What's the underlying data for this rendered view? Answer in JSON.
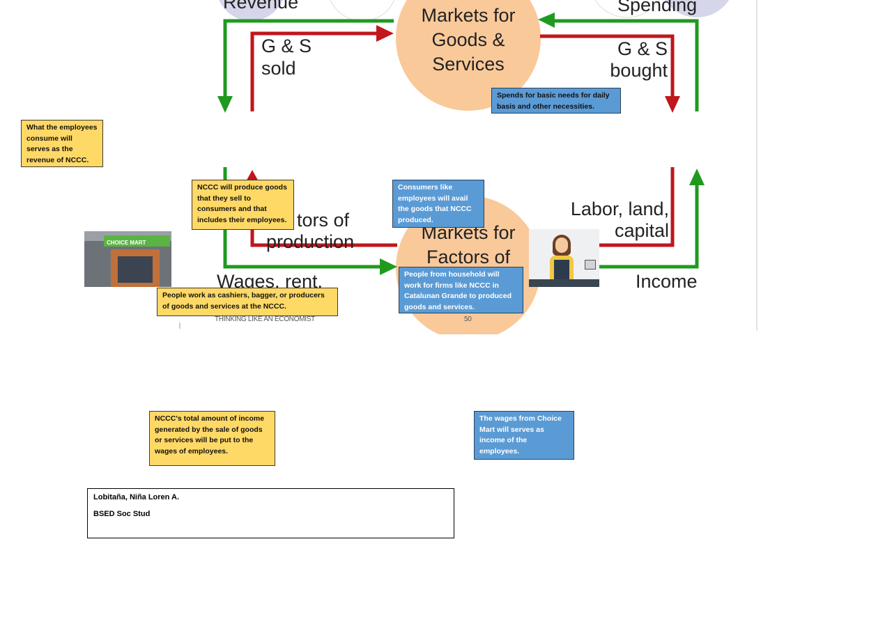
{
  "diagram": {
    "top_left_label": "Revenue",
    "top_right_label": "Spending",
    "goods_market": [
      "Markets for",
      "Goods &",
      "Services"
    ],
    "gs_sold": [
      "G & S",
      "sold"
    ],
    "gs_bought": [
      "G & S",
      "bought"
    ],
    "factors_left": [
      "tors of",
      "production"
    ],
    "factor_market": [
      "Markets for",
      "Factors of"
    ],
    "labor": [
      "Labor, land,",
      "capital"
    ],
    "wages": "Wages, rent.",
    "income": "Income",
    "footer_title": "THINKING LIKE AN ECONOMIST",
    "page_number": "50"
  },
  "notes": {
    "employees_consume": "What the employees consume will serves as the revenue of NCCC.",
    "spends": "Spends for basic needs for daily basis and other necessities.",
    "nccc_produce": "NCCC will produce goods that they sell to consumers and that includes their employees.",
    "consumers": "Consumers like employees will avail the goods that NCCC produced.",
    "people_work": "People work as cashiers, bagger, or producers of goods and services at the NCCC.",
    "household": "People from household will work for firms like NCCC in Catalunan Grande to produced goods and services.",
    "total_income": "NCCC's total amount of income generated by the sale of goods or services will be put to the wages of employees.",
    "wages_income": "The wages from Choice Mart will serves as income of the employees."
  },
  "photo": {
    "store_sign": "CHOICE MART"
  },
  "author": {
    "name": "Lobitaña, Niña Loren A.",
    "program": "BSED Soc Stud"
  },
  "colors": {
    "yellow_note": "#FFD966",
    "blue_note": "#5B9BD5",
    "green_arrow": "#1f9a1f",
    "red_arrow": "#c0161c",
    "market_circle": "#F9C99A"
  }
}
